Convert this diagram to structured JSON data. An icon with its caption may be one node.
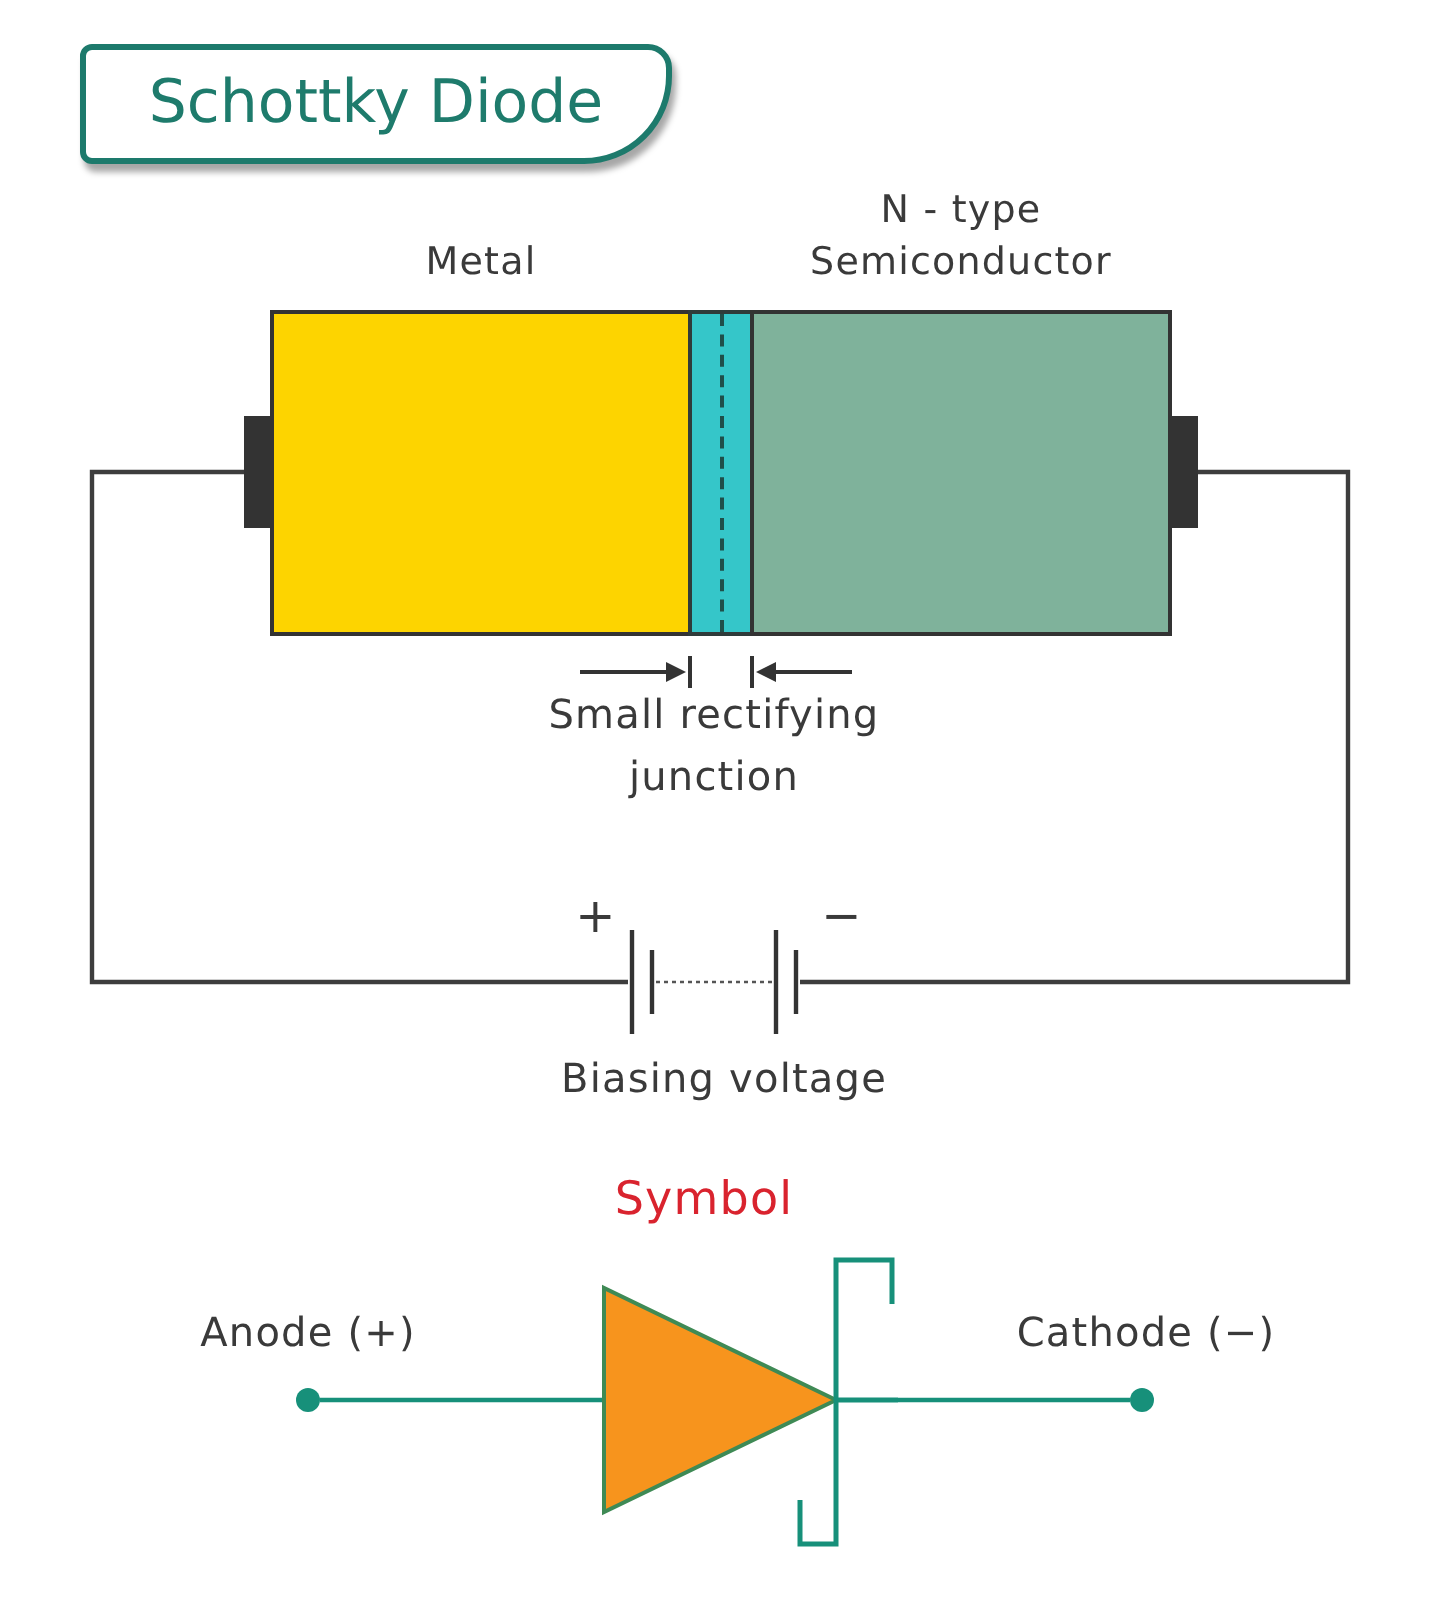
{
  "diagram": {
    "title": "Schottky Diode",
    "nodes": [
      {
        "text": [],
        "shape": "bar"
      },
      {
        "text": [
          "Metal"
        ]
      },
      {
        "text": [],
        "shape": "bar",
        "beside": [
          "Small rectifying junction"
        ]
      },
      {
        "text": [
          "N - type Semiconductor"
        ]
      },
      {
        "text": [],
        "shape": "bar"
      },
      {
        "text": [],
        "shape": "battery",
        "beside": [
          "+",
          "−",
          "Biasing voltage"
        ]
      },
      {
        "text": [],
        "shape": "circle",
        "beside": [
          "Anode (+)"
        ]
      },
      {
        "text": [],
        "shape": "diode"
      },
      {
        "text": [],
        "shape": "circle",
        "beside": [
          "Cathode (−)"
        ]
      }
    ],
    "edges": [
      {
        "from": 0,
        "to": 5,
        "arrow": "none"
      },
      {
        "from": 5,
        "to": 4,
        "arrow": "none"
      },
      {
        "from": 6,
        "to": 7,
        "arrow": "none",
        "color": "#17907a"
      },
      {
        "from": 7,
        "to": 8,
        "arrow": "none",
        "color": "#17907a"
      }
    ],
    "labels": [
      "Symbol"
    ]
  }
}
